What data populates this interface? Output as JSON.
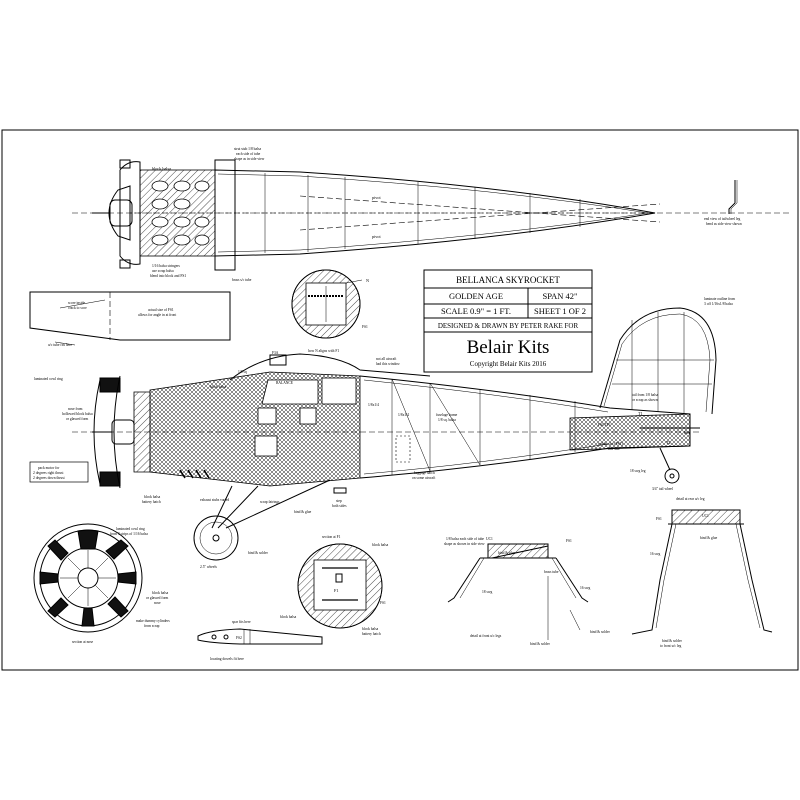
{
  "title_block": {
    "title": "BELLANCA SKYROCKET",
    "subtitle": "GOLDEN AGE",
    "span": "SPAN 42\"",
    "scale": "SCALE 0.9\" = 1 FT.",
    "sheet": "SHEET 1 OF 2",
    "designer": "DESIGNED & DRAWN BY PETER RAKE FOR",
    "brand": "Belair Kits",
    "copyright": "Copyright Belair Kits 2016"
  },
  "labels": {
    "block_balsa_top": "block balsa",
    "strut_stub_1": "strut stub 1/8 balsa",
    "strut_stub_2": "each side of tube",
    "strut_stub_3": "shape as in side view",
    "pivot_1": "pivot",
    "pivot_2": "pivot",
    "stringers_1": "1/16 balsa stringers",
    "stringers_2": "use scrap balsa",
    "stringers_3": "blend into block and FS1",
    "brass_tube": "brass s/c tube",
    "end_view_1": "end view of tailwheel leg",
    "end_view_2": "bend as side view shown",
    "n_label": "N",
    "fs1_top": "FS1",
    "n_aligns": "how N aligns with F1",
    "score_1": "score inside",
    "score_2": "crack to scoe",
    "fs1_size_1": "actual size of FS1",
    "fs1_size_2": "allows for angle in at front",
    "uc_tube": "u/c tube fits here",
    "laminate_outline_1": "laminate outline from",
    "laminate_outline_2": "3 off 1/16x1/8 balsa",
    "cowl_ring_1": "laminated cowl ring",
    "cowl_ring_2": "from 3 strips of 1/16 balsa",
    "nose_1": "nose from",
    "nose_2": "hollowed block balsa",
    "nose_3": "or glassed form",
    "pack_motor_1": "pack motor for",
    "pack_motor_2": "2 degrees right thrust",
    "pack_motor_3": "2 degrees down thrust",
    "f3a": "F3A",
    "eighth_sq": "1/8 sq",
    "block_balsa_side": "block balsa",
    "not_all_1": "not all aircraft",
    "not_all_2": "had this window",
    "eighth_x_quarter_1": "1/8x1/4",
    "eighth_x_quarter_2": "1/8x1/4",
    "fuselage_frame_1": "fuselage frame",
    "fuselage_frame_2": "1/8 sq. balsa",
    "baggage_1": "baggage hatch",
    "baggage_2": "on some aircraft",
    "tail_from_1": "tail from 1/8 balsa",
    "tail_from_2": "or scrap as shown",
    "t1": "T1",
    "t2": "T2",
    "fs_tf": "FS1/TF1",
    "rudder_1": "rudder slot (FS1)",
    "rudder_2": "this side",
    "horn": "horn",
    "block_battery_1": "block balsa",
    "block_battery_2": "battery hatch",
    "exhaust": "exhaust stubs varied",
    "scrap_fairings": "scrap fairings",
    "bind_glue": "bind & glue",
    "step_1": "step",
    "step_2": "both sides",
    "bind_solder_1": "bind & solder",
    "wheels": "2.5\" wheels",
    "swg_18": "18 swg leg",
    "tail_wheel": "3/4\" tail wheel",
    "rear_detail": "detail at rear u/c leg",
    "uc1_a": "UC1",
    "uc1_b": "UC1",
    "fs1_a": "FS1",
    "fs1_b": "FS1",
    "bind_glue_2": "bind & glue",
    "bind_glue_3": "bind & glue",
    "swg_16_a": "16 swg",
    "swg_16_b": "16 swg",
    "swg_18_b": "18 swg",
    "bind_solder_2": "bind & solder",
    "bind_solder_3": "bind & solder",
    "bind_solder_4": "bind & solder",
    "bind_solder_5": "to front u/c leg",
    "brass_tube_2": "brass tube",
    "balsa_each_1": "1/8 balsa each side of tube",
    "balsa_each_2": "shape as shown in side view",
    "front_detail": "detail at front u/c legs",
    "laminated_cowl_1": "laminated cowl ring",
    "laminated_cowl_2": "from 3 strips of 1/16 balsa",
    "block_glassed_1": "block balsa",
    "block_glassed_2": "or glassed form",
    "block_glassed_3": "nose",
    "dummy_1": "make dummy cylinders",
    "dummy_2": "from scrap",
    "section_nose": "section at nose",
    "section_f1": "section at F1",
    "block_balsa_f1": "block balsa",
    "block_balsa_f1b": "block balsa",
    "f1": "F1",
    "fs1_c": "FS1",
    "battery_1": "block balsa",
    "battery_2": "battery hatch",
    "spar_fits": "spar fits here",
    "fs2": "FS2",
    "dowels": "locating dowels fit here",
    "balance": "BALANCE"
  }
}
